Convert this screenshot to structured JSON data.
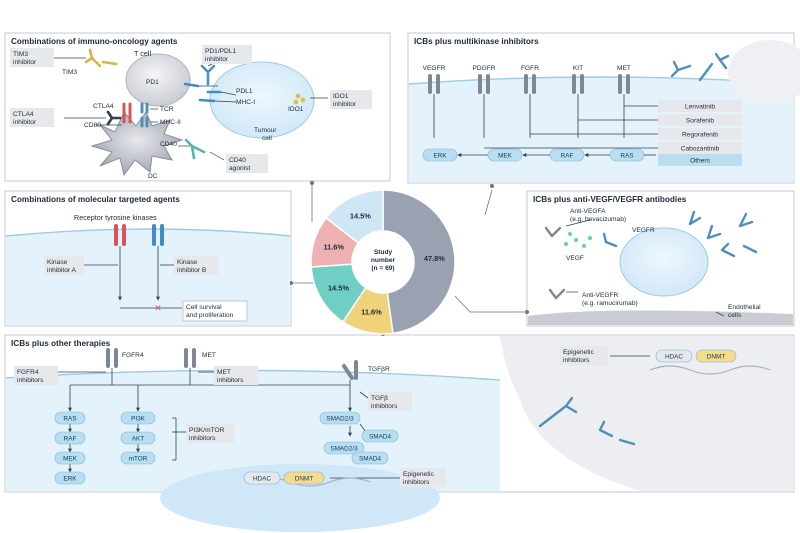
{
  "panels": {
    "immuno": {
      "title": "Combinations of immuno-oncology agents",
      "tim3_inhibitor": [
        "TIM3",
        "inhibitor"
      ],
      "tim3": "TIM3",
      "t_cell": "T cell",
      "pd1_pdl1_inhibitor": [
        "PD1/PDL1",
        "inhibitor"
      ],
      "pd1": "PD1",
      "pdl1": "PDL1",
      "mhc1": "MHC-I",
      "ido1": "IDO1",
      "ido1_inhibitor": [
        "IDO1",
        "inhibitor"
      ],
      "tumour_cell": [
        "Tumour",
        "cell"
      ],
      "ctla4_inhibitor": [
        "CTLA4",
        "inhibitor"
      ],
      "ctla4": "CTLA4",
      "tcr": "TCR",
      "cd80": "CD80",
      "mhc2": "MHC-II",
      "cd40": "CD40",
      "dc": "DC",
      "cd40_agonist": [
        "CD40",
        "agonist"
      ]
    },
    "multikinase": {
      "title": "ICBs plus multikinase inhibitors",
      "receptors": [
        "VEGFR",
        "PDGFR",
        "FGFR",
        "KIT",
        "MET"
      ],
      "drugs": [
        "Lenvatinib",
        "Sorafenib",
        "Regorafenib",
        "Cabozantinib",
        "Others"
      ],
      "pathway": [
        "ERK",
        "MEK",
        "RAF",
        "RAS"
      ]
    },
    "molecular": {
      "title": "Combinations of molecular targeted agents",
      "rtk": "Receptor tyrosine kinases",
      "kinase_a": [
        "Kinase",
        "inhibitor A"
      ],
      "kinase_b": [
        "Kinase",
        "inhibitor B"
      ],
      "cell_survival": [
        "Cell survival",
        "and proliferation"
      ]
    },
    "antivegf": {
      "title": "ICBs plus anti-VEGF/VEGFR antibodies",
      "anti_vegfa": [
        "Anti-VEGFA",
        "(e.g. bevacizumab)"
      ],
      "vegfr": "VEGFR",
      "vegf": "VEGF",
      "anti_vegfr": [
        "Anti-VEGFR",
        "(e.g. ramucirumab)"
      ],
      "endothelial": [
        "Endothelial",
        "cells"
      ]
    },
    "other": {
      "title": "ICBs plus other therapies",
      "fgfr4": "FGFR4",
      "met": "MET",
      "tgfbr": "TGFβR",
      "fgfr4_inhibitors": [
        "FGFR4",
        "inhibitors"
      ],
      "met_inhibitors": [
        "MET",
        "inhibitors"
      ],
      "tgfb_inhibitors": [
        "TGFβ",
        "inhibitors"
      ],
      "ras_chain": [
        "RAS",
        "RAF",
        "MEK",
        "ERK"
      ],
      "pi3k_chain": [
        "PI3K",
        "AKT",
        "mTOR"
      ],
      "pi3k_inhibitors": [
        "PI3K/mTOR",
        "inhibitors"
      ],
      "smad23": "SMAD2/3",
      "smad4": "SMAD4",
      "smad_complex": [
        "SMAD2/3",
        "SMAD4"
      ],
      "hdac": "HDAC",
      "dnmt": "DNMT",
      "epigenetic_inhibitors": [
        "Epigenetic",
        "inhibitors"
      ]
    }
  },
  "center_label": [
    "Study",
    "number",
    "(n = 69)"
  ],
  "chart_data": {
    "type": "pie",
    "title": "",
    "total": 69,
    "slices": [
      {
        "label": "ICBs plus multikinase inhibitors",
        "value": 47.8,
        "display": "47.8%",
        "color": "#9aa2b2"
      },
      {
        "label": "ICBs plus anti-VEGF/VEGFR antibodies",
        "value": 11.6,
        "display": "11.6%",
        "color": "#f0d27a"
      },
      {
        "label": "ICBs plus other therapies",
        "value": 14.5,
        "display": "14.5%",
        "color": "#6fcfc4"
      },
      {
        "label": "Combinations of molecular targeted agents",
        "value": 11.6,
        "display": "11.6%",
        "color": "#eeb1b1"
      },
      {
        "label": "Combinations of immuno-oncology agents",
        "value": 14.5,
        "display": "14.5%",
        "color": "#cfe6f5"
      }
    ]
  },
  "colors": {
    "cell_fill": "#dff0fb",
    "cell_stroke": "#9ccbe6",
    "panel_stroke": "#c4c8cf",
    "receptor": "#7f8696",
    "receptor_red": "#d9545a",
    "receptor_blue": "#3e8ec3",
    "pill_fill": "#b9def2",
    "label_box": "#e6e8ec",
    "dnmt": "#f5dc8a",
    "antibody": "#4f8fbd"
  }
}
